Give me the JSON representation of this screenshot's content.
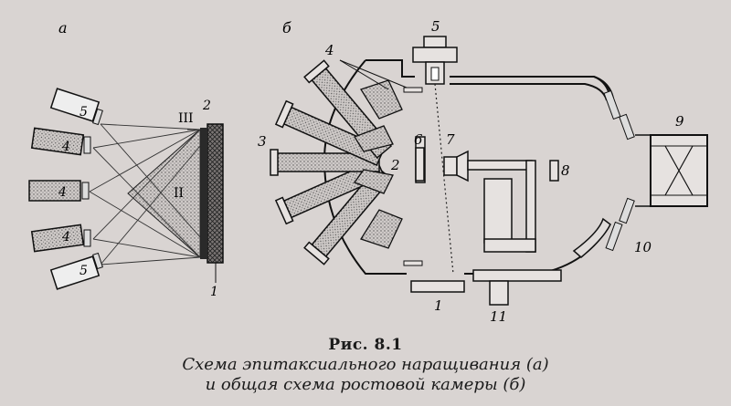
{
  "panels": {
    "a": "а",
    "b": "б"
  },
  "labels_a": {
    "n1": "1",
    "n2": "2",
    "n3": "III",
    "n4": "II",
    "n5a": "5",
    "n4a": "4",
    "n4b": "4",
    "n4c": "4",
    "n5b": "5"
  },
  "labels_b": {
    "n1": "1",
    "n2": "2",
    "n3": "3",
    "n4": "4",
    "n5": "5",
    "n6": "6",
    "n7": "7",
    "n8": "8",
    "n9": "9",
    "n10": "10",
    "n11": "11"
  },
  "caption": {
    "fig": "Рис. 8.1",
    "line1": "Схема эпитаксиального наращивания (а)",
    "line2": "и общая схема ростовой камеры (б)"
  }
}
